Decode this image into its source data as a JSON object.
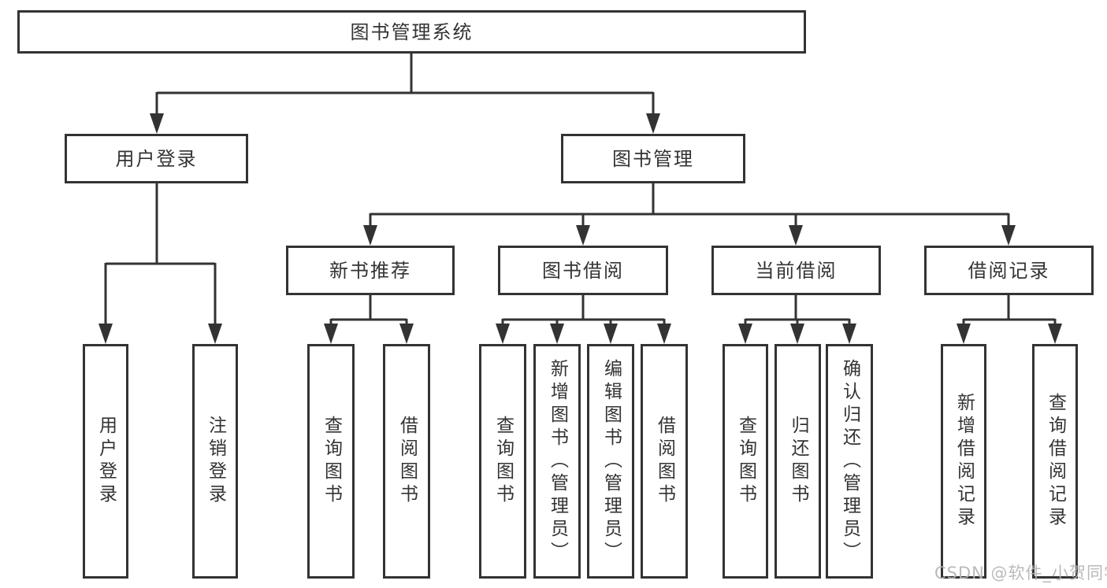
{
  "colors": {
    "line": "#333333",
    "box_border": "#333333",
    "text": "#333333",
    "background": "#ffffff",
    "watermark": "#b3b3b3"
  },
  "tree": {
    "root": {
      "label": "图书管理系统"
    },
    "branches": [
      {
        "label": "用户登录",
        "children": [
          {
            "label": "用户登录"
          },
          {
            "label": "注销登录"
          }
        ]
      },
      {
        "label": "图书管理",
        "children": [
          {
            "label": "新书推荐",
            "children": [
              {
                "label": "查询图书"
              },
              {
                "label": "借阅图书"
              }
            ]
          },
          {
            "label": "图书借阅",
            "children": [
              {
                "label": "查询图书"
              },
              {
                "label": "新增图书（管理员）"
              },
              {
                "label": "编辑图书（管理员）"
              },
              {
                "label": "借阅图书"
              }
            ]
          },
          {
            "label": "当前借阅",
            "children": [
              {
                "label": "查询图书"
              },
              {
                "label": "归还图书"
              },
              {
                "label": "确认归还（管理员）"
              }
            ]
          },
          {
            "label": "借阅记录",
            "children": [
              {
                "label": "新增借阅记录"
              },
              {
                "label": "查询借阅记录"
              }
            ]
          }
        ]
      }
    ]
  },
  "watermark": "CSDN @软件_小贺同学"
}
